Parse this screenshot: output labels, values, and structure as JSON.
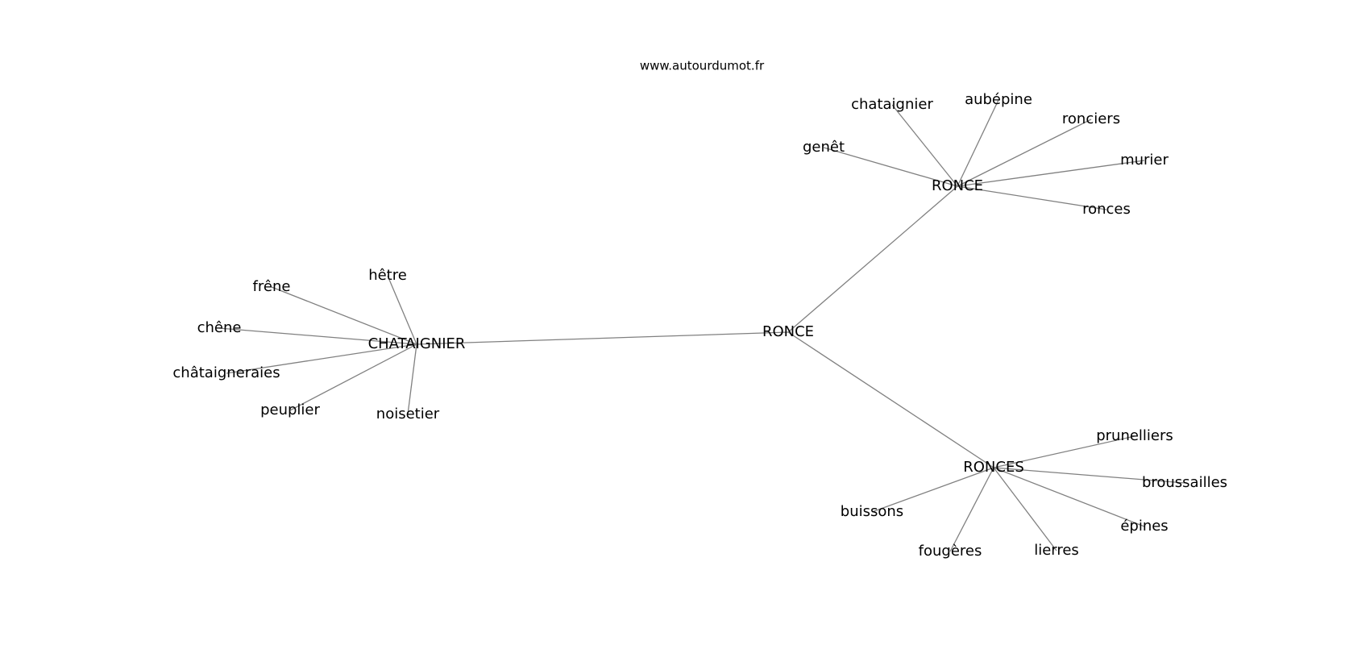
{
  "site": "www.autourdumot.fr",
  "colors": {
    "edge": "#808080",
    "text": "#000000",
    "background": "#ffffff"
  },
  "nodes": [
    {
      "id": "center",
      "label": "RONCE"
    },
    {
      "id": "chataignier_hub",
      "label": "CHATAIGNIER"
    },
    {
      "id": "ronce_hub",
      "label": "RONCE"
    },
    {
      "id": "ronces_hub",
      "label": "RONCES"
    },
    {
      "id": "hetre",
      "label": "hêtre"
    },
    {
      "id": "frene",
      "label": "frêne"
    },
    {
      "id": "chene",
      "label": "chêne"
    },
    {
      "id": "chataigneraies",
      "label": "châtaigneraies"
    },
    {
      "id": "peuplier",
      "label": "peuplier"
    },
    {
      "id": "noisetier",
      "label": "noisetier"
    },
    {
      "id": "chataignier",
      "label": "chataignier"
    },
    {
      "id": "aubepine",
      "label": "aubépine"
    },
    {
      "id": "ronciers",
      "label": "ronciers"
    },
    {
      "id": "genet",
      "label": "genêt"
    },
    {
      "id": "murier",
      "label": "murier"
    },
    {
      "id": "ronces",
      "label": "ronces"
    },
    {
      "id": "prunelliers",
      "label": "prunelliers"
    },
    {
      "id": "broussailles",
      "label": "broussailles"
    },
    {
      "id": "buissons",
      "label": "buissons"
    },
    {
      "id": "epines",
      "label": "épines"
    },
    {
      "id": "fougeres",
      "label": "fougères"
    },
    {
      "id": "lierres",
      "label": "lierres"
    }
  ],
  "edges": [
    [
      "center",
      "chataignier_hub"
    ],
    [
      "center",
      "ronce_hub"
    ],
    [
      "center",
      "ronces_hub"
    ],
    [
      "chataignier_hub",
      "hetre"
    ],
    [
      "chataignier_hub",
      "frene"
    ],
    [
      "chataignier_hub",
      "chene"
    ],
    [
      "chataignier_hub",
      "chataigneraies"
    ],
    [
      "chataignier_hub",
      "peuplier"
    ],
    [
      "chataignier_hub",
      "noisetier"
    ],
    [
      "ronce_hub",
      "chataignier"
    ],
    [
      "ronce_hub",
      "aubepine"
    ],
    [
      "ronce_hub",
      "ronciers"
    ],
    [
      "ronce_hub",
      "genet"
    ],
    [
      "ronce_hub",
      "murier"
    ],
    [
      "ronce_hub",
      "ronces"
    ],
    [
      "ronces_hub",
      "prunelliers"
    ],
    [
      "ronces_hub",
      "broussailles"
    ],
    [
      "ronces_hub",
      "buissons"
    ],
    [
      "ronces_hub",
      "epines"
    ],
    [
      "ronces_hub",
      "fougeres"
    ],
    [
      "ronces_hub",
      "lierres"
    ]
  ]
}
